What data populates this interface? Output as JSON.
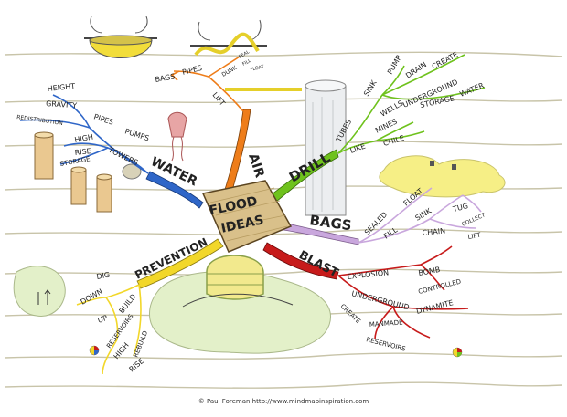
{
  "center": {
    "line1": "FLOOD",
    "line2": "IDEAS"
  },
  "branches": {
    "air": "AIR",
    "drill": "DRILL",
    "water": "WATER",
    "bags": "BAGS",
    "prevention": "PREVENTION",
    "blast": "BLAST"
  },
  "air": {
    "lift": "LIFT",
    "bags": "BAGS",
    "pipes": "PIPES",
    "dunk": "DUNK",
    "seal": "SEAL",
    "fill": "FILL",
    "float": "FLOAT"
  },
  "water": {
    "pipes": "PIPES",
    "pumps": "PUMPS",
    "height": "HEIGHT",
    "gravity": "GRAVITY",
    "redistribution": "REDISTRIBUTION",
    "towers": "TOWERS",
    "high": "HIGH",
    "rise": "RISE",
    "storage": "STORAGE"
  },
  "drill": {
    "tubes": "TUBES",
    "sink": "SINK",
    "pump": "PUMP",
    "drain": "DRAIN",
    "create": "CREATE",
    "wells": "WELLS",
    "underground": "UNDERGROUND",
    "storage": "STORAGE",
    "water": "WATER",
    "like": "LIKE",
    "mines": "MINES",
    "chile": "CHILE"
  },
  "bags": {
    "sealed": "SEALED",
    "fill": "FILL",
    "float": "FLOAT",
    "sink": "SINK",
    "chain": "CHAIN",
    "tug": "TUG",
    "collect": "COLLECT",
    "lift": "LIFT"
  },
  "blast": {
    "explosion": "EXPLOSION",
    "bomb": "BOMB",
    "controlled": "CONTROLLED",
    "dynamite": "DYNAMITE",
    "underground": "UNDERGROUND",
    "create": "CREATE",
    "manmade": "MANMADE",
    "reservoirs": "RESERVOIRS"
  },
  "prevention": {
    "build": "BUILD",
    "down": "DOWN",
    "dig": "DIG",
    "up": "UP",
    "reservoirs": "RESERVOIRS",
    "rebuild": "REBUILD",
    "high": "HIGH",
    "rise": "RISE"
  },
  "credit": "© Paul Foreman http://www.mindmapinspiration.com",
  "colors": {
    "air": "#ee7d1a",
    "drill": "#6fc21d",
    "water": "#2f66c8",
    "bags": "#c9a7dd",
    "prevention": "#f2d72a",
    "blast": "#c71b1b",
    "center": "#d9c08a",
    "ground": "#e9e6cf",
    "flood": "#f5e95f",
    "drawing": "#e3f0c9"
  }
}
